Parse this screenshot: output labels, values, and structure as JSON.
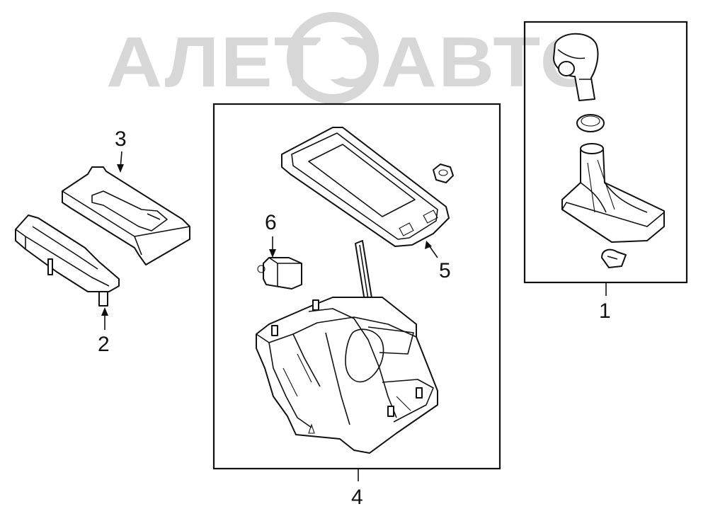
{
  "watermark": {
    "text": "АЛЕТОАВТО"
  },
  "callouts": [
    {
      "id": "1",
      "label": "1"
    },
    {
      "id": "2",
      "label": "2"
    },
    {
      "id": "3",
      "label": "3"
    },
    {
      "id": "4",
      "label": "4"
    },
    {
      "id": "5",
      "label": "5"
    },
    {
      "id": "6",
      "label": "6"
    }
  ]
}
